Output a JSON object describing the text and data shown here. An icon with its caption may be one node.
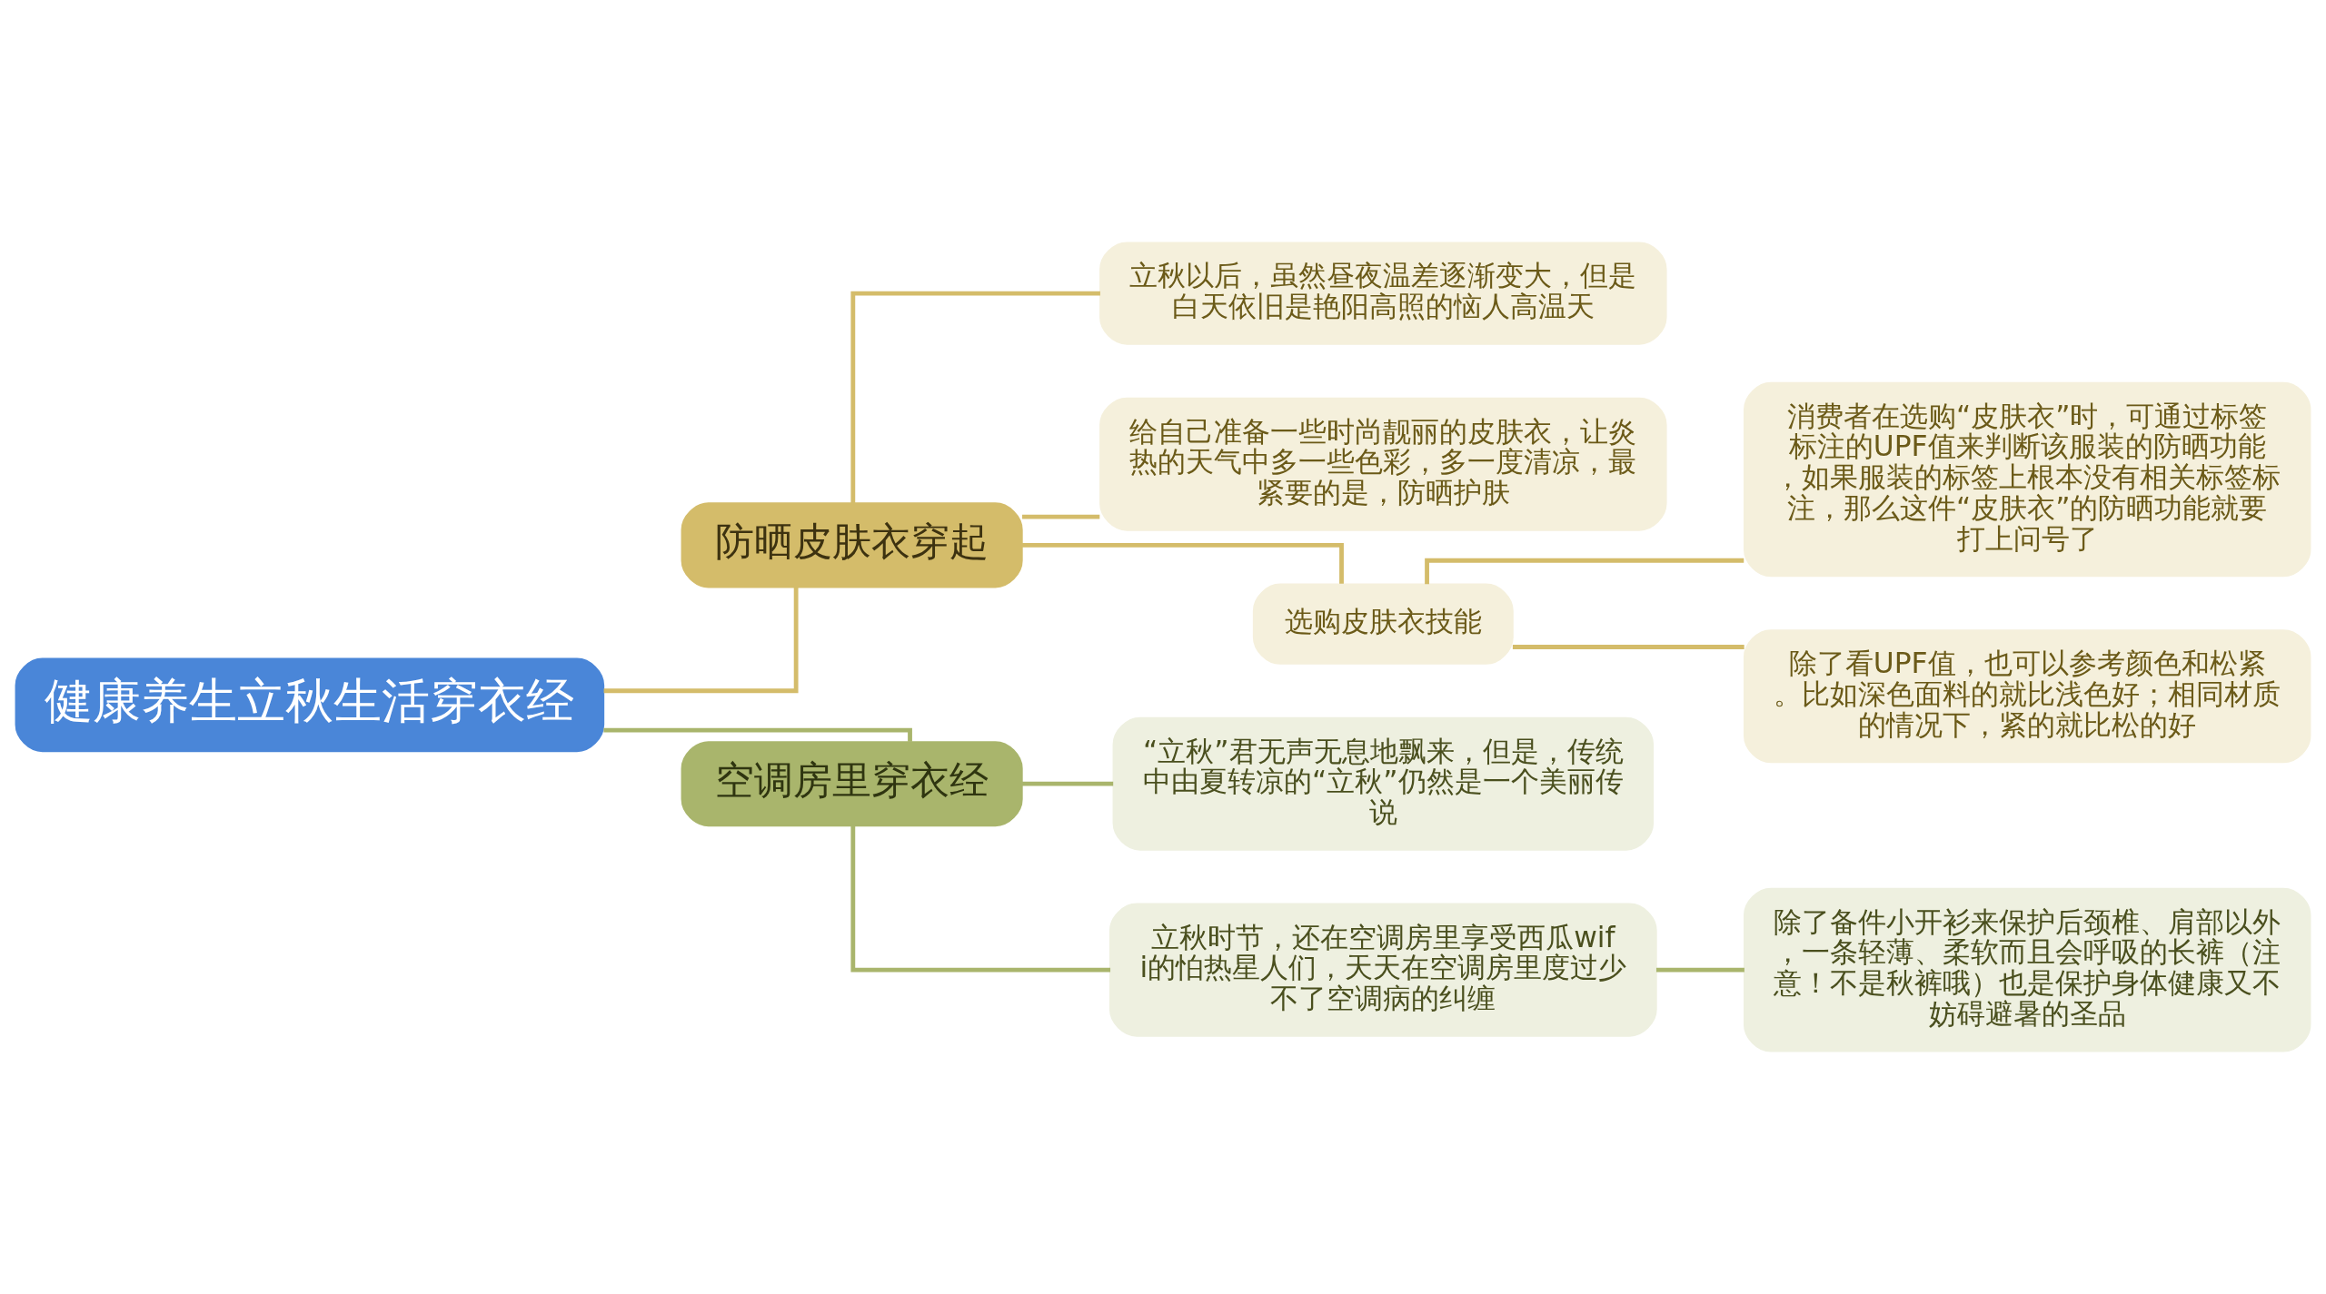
{
  "diagram": {
    "nodes": [
      {
        "text": [
          "健康养生立秋生活穿衣经"
        ]
      },
      {
        "text": [
          "防晒皮肤衣穿起"
        ]
      },
      {
        "text": [
          "立秋以后，虽然昼夜温差逐渐变大，但是白天依旧是艳阳高照的恼人高温天"
        ]
      },
      {
        "text": [
          "给自己准备一些时尚靓丽的皮肤衣，让炎热的天气中多一些色彩，多一度清凉，最紧要的是，防晒护肤"
        ]
      },
      {
        "text": [
          "选购皮肤衣技能"
        ]
      },
      {
        "text": [
          "消费者在选购“皮肤衣”时，可通过标签标注的UPF值来判断该服装的防晒功能，如果服装的标签上根本没有相关标签标注，那么这件“皮肤衣”的防晒功能就要打上问号了"
        ]
      },
      {
        "text": [
          "除了看UPF值，也可以参考颜色和松紧。比如深色面料的就比浅色好；相同材质的情况下，紧的就比松的好"
        ]
      },
      {
        "text": [
          "空调房里穿衣经"
        ]
      },
      {
        "text": [
          "“立秋”君无声无息地飘来，但是，传统中由夏转凉的“立秋”仍然是一个美丽传说"
        ]
      },
      {
        "text": [
          "立秋时节，还在空调房里享受西瓜wifi的怕热星人们，天天在空调房里度过少不了空调病的纠缠"
        ]
      },
      {
        "text": [
          "除了备件小开衫来保护后颈椎、肩部以外，一条轻薄、柔软而且会呼吸的长裤（注意！不是秋裤哦）也是保护身体健康又不妨碍避暑的圣品"
        ]
      }
    ],
    "edges": [
      {
        "from": 0,
        "to": 1,
        "arrow": "none"
      },
      {
        "from": 1,
        "to": 2,
        "arrow": "none"
      },
      {
        "from": 1,
        "to": 3,
        "arrow": "none"
      },
      {
        "from": 1,
        "to": 4,
        "arrow": "none"
      },
      {
        "from": 4,
        "to": 5,
        "arrow": "none"
      },
      {
        "from": 4,
        "to": 6,
        "arrow": "none"
      },
      {
        "from": 0,
        "to": 7,
        "arrow": "none",
        "color": "#a9b56c"
      },
      {
        "from": 7,
        "to": 8,
        "arrow": "none",
        "color": "#a9b56c"
      },
      {
        "from": 7,
        "to": 9,
        "arrow": "none",
        "color": "#a9b56c"
      },
      {
        "from": 9,
        "to": 10,
        "arrow": "none",
        "color": "#a9b56c"
      }
    ]
  }
}
